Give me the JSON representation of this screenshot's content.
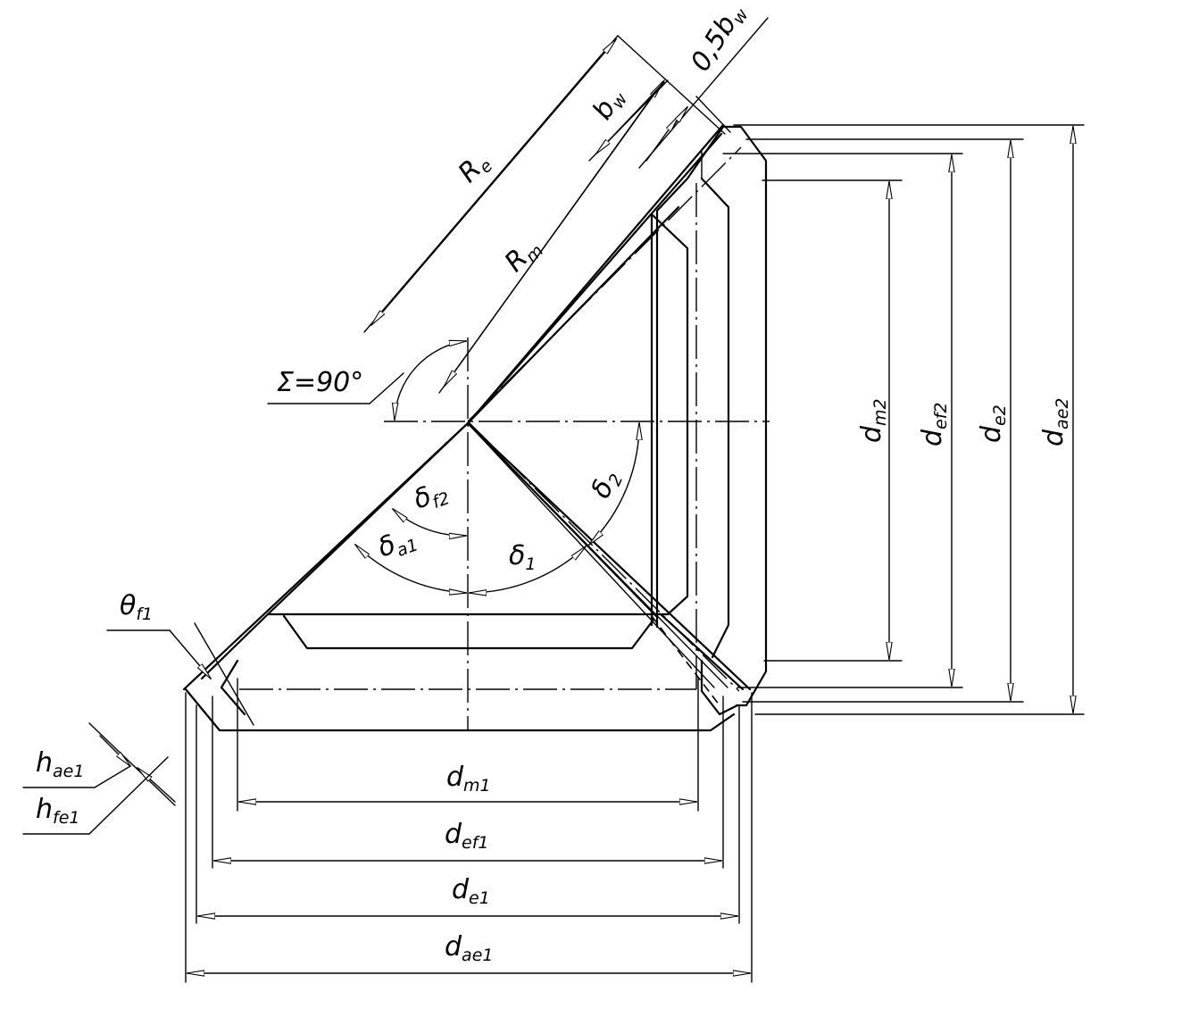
{
  "labels": {
    "half_bw": {
      "main": "0,5b",
      "sub": "w"
    },
    "bw": {
      "main": "b",
      "sub": "w"
    },
    "Re": {
      "main": "R",
      "sub": "e"
    },
    "Rm": {
      "main": "R",
      "sub": "m"
    },
    "sigma": {
      "main": "Σ=90°"
    },
    "dm2": {
      "main": "d",
      "sub": "m2"
    },
    "def2": {
      "main": "d",
      "sub": "ef2"
    },
    "de2": {
      "main": "d",
      "sub": "e2"
    },
    "dae2": {
      "main": "d",
      "sub": "ae2"
    },
    "delta2": {
      "main": "δ",
      "sub": "2"
    },
    "deltaf2": {
      "main": "δ",
      "sub": "f2"
    },
    "deltaa1": {
      "main": "δ",
      "sub": "a1"
    },
    "delta1": {
      "main": "δ",
      "sub": "1"
    },
    "thetaf1": {
      "main": "θ",
      "sub": "f1"
    },
    "hae1": {
      "main": "h",
      "sub": "ae1"
    },
    "hfe1": {
      "main": "h",
      "sub": "fe1"
    },
    "dm1": {
      "main": "d",
      "sub": "m1"
    },
    "def1": {
      "main": "d",
      "sub": "ef1"
    },
    "de1": {
      "main": "d",
      "sub": "e1"
    },
    "dae1": {
      "main": "d",
      "sub": "ae1"
    }
  }
}
